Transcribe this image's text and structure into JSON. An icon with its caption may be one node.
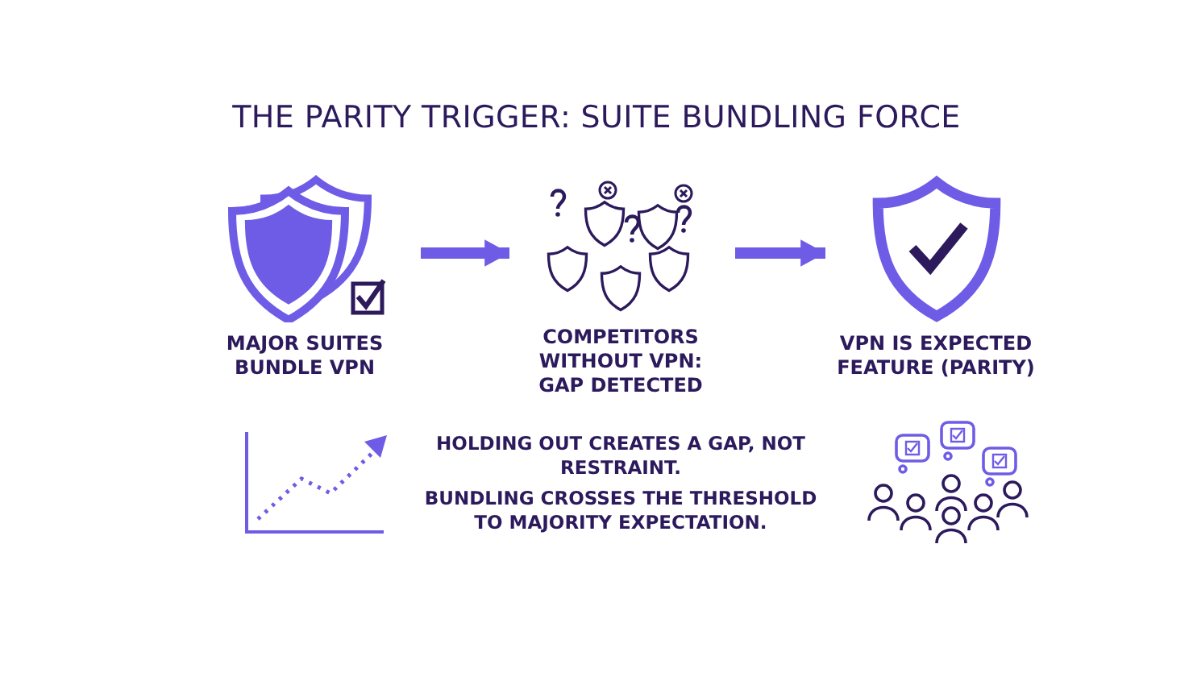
{
  "diagram": {
    "title": "THE PARITY TRIGGER: SUITE BUNDLING FORCE",
    "nodes": [
      {
        "text": [
          "MAJOR SUITES BUNDLE VPN"
        ]
      },
      {
        "text": [
          "COMPETITORS WITHOUT VPN: GAP DETECTED"
        ]
      },
      {
        "text": [
          "VPN IS EXPECTED FEATURE (PARITY)"
        ]
      }
    ],
    "edges": [
      {
        "from": 0,
        "to": 1,
        "arrow": "to"
      },
      {
        "from": 1,
        "to": 2,
        "arrow": "to"
      }
    ],
    "labels": [
      "HOLDING OUT CREATES A GAP, NOT RESTRAINT.",
      "BUNDLING CROSSES THE THRESHOLD TO MAJORITY EXPECTATION."
    ]
  }
}
